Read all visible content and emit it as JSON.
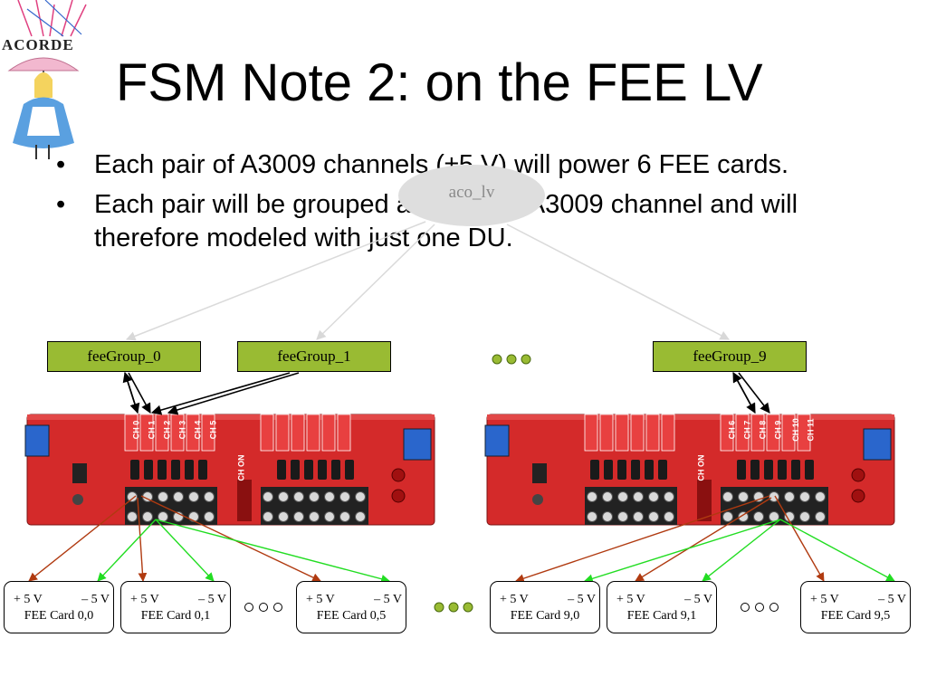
{
  "slide": {
    "title": "FSM Note 2: on the FEE LV",
    "bullets": [
      "Each pair of A3009 channels (±5 V) will power 6 FEE cards.",
      "Each pair will be grouped as a single A3009 channel and will therefore modeled with just one DU."
    ],
    "logo_text": "ACORDE"
  },
  "diagram": {
    "root_node": "aco_lv",
    "groups": [
      "feeGroup_0",
      "feeGroup_1",
      "feeGroup_9"
    ],
    "cards": [
      {
        "plus": "+ 5 V",
        "minus": "– 5 V",
        "name": "FEE Card 0,0"
      },
      {
        "plus": "+ 5 V",
        "minus": "– 5 V",
        "name": "FEE Card 0,1"
      },
      {
        "plus": "+ 5 V",
        "minus": "– 5 V",
        "name": "FEE Card 0,5"
      },
      {
        "plus": "+ 5 V",
        "minus": "– 5 V",
        "name": "FEE Card 9,0"
      },
      {
        "plus": "+ 5 V",
        "minus": "– 5 V",
        "name": "FEE Card 9,1"
      },
      {
        "plus": "+ 5 V",
        "minus": "– 5 V",
        "name": "FEE Card 9,5"
      }
    ],
    "board": {
      "channel_labels_left": [
        "CH 0",
        "CH 1",
        "CH 2",
        "CH 3",
        "CH 4",
        "CH 5"
      ],
      "channel_labels_right": [
        "CH 6",
        "CH 7",
        "CH 8",
        "CH 9",
        "CH 10",
        "CH 11"
      ],
      "ch_on_label": "CH ON"
    },
    "colors": {
      "group_fill": "#99bb33",
      "board_red": "#d42a2a",
      "plus_wire": "#b03a10",
      "minus_wire": "#22dd22",
      "ellipsis_green": "#99bb33"
    }
  }
}
